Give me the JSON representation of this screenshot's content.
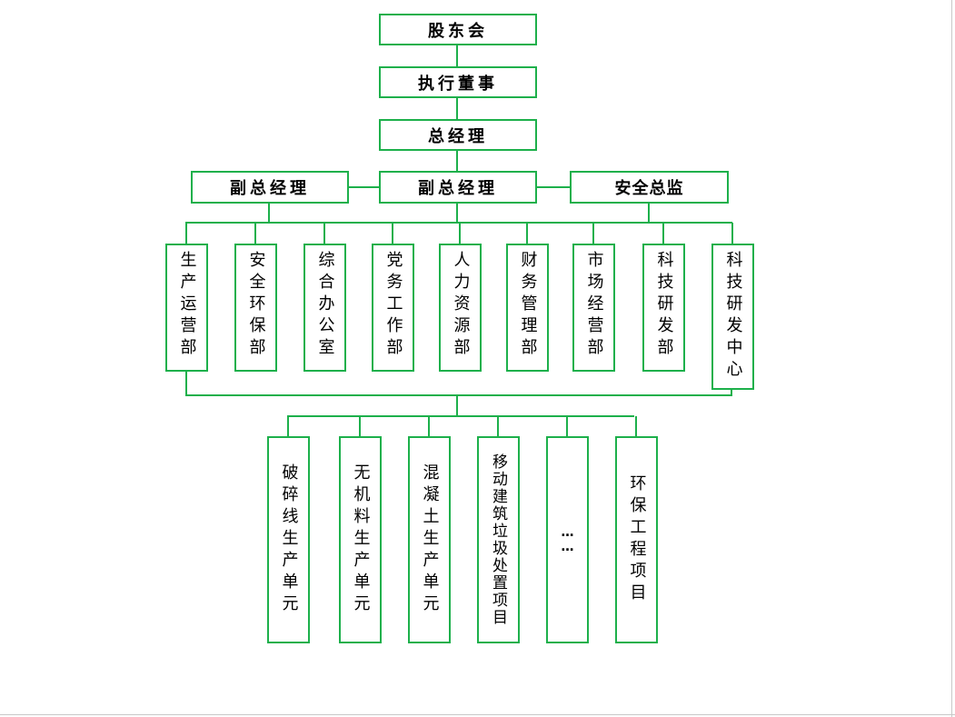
{
  "colors": {
    "line": "#1db04b",
    "text": "#000000"
  },
  "top_levels": [
    "股东会",
    "执行董事",
    "总经理"
  ],
  "managers": [
    "副总经理",
    "副总经理",
    "安全总监"
  ],
  "departments": [
    "生产运营部",
    "安全环保部",
    "综合办公室",
    "党务工作部",
    "人力资源部",
    "财务管理部",
    "市场经营部",
    "科技研发部",
    "科技研发中心"
  ],
  "units": [
    "破碎线生产单元",
    "无机料生产单元",
    "混凝土生产单元",
    "移动建筑垃圾处置项目",
    "……",
    "环保工程项目"
  ]
}
